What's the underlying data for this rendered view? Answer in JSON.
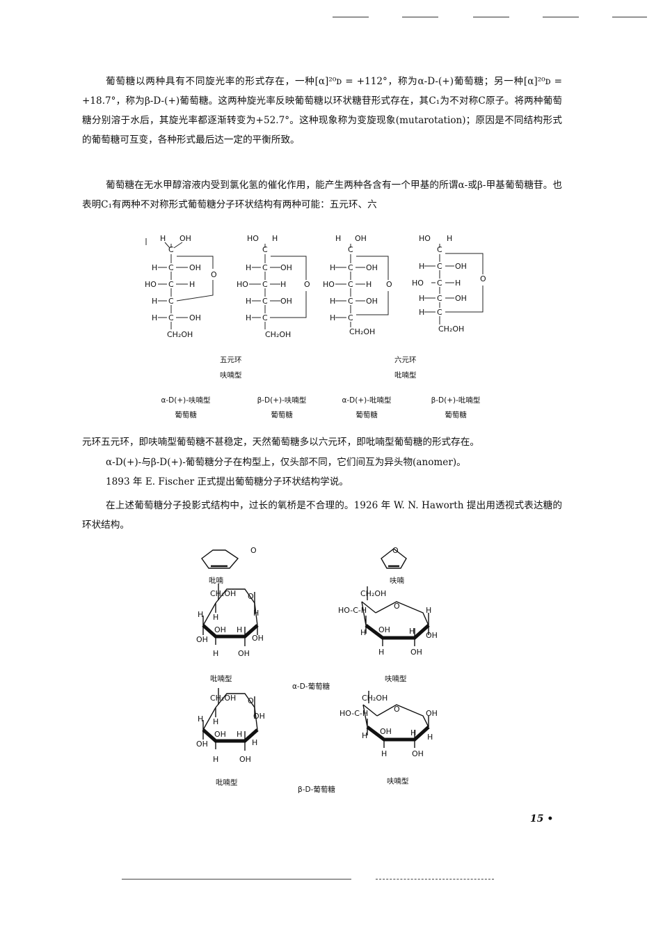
{
  "paragraphs": {
    "p1": "葡萄糖以两种具有不同旋光率的形式存在，一种[α]²⁰ᴅ = +112°，称为α-D-(+)葡萄糖；另一种[α]²⁰ᴅ = +18.7°，称为β-D-(+)葡萄糖。这两种旋光率反映葡萄糖以环状糖苷形式存在，其C₁为不对称C原子。将两种葡萄糖分别溶于水后，其旋光率都逐渐转变为+52.7°。这种现象称为变旋现象(mutarotation)；原因是不同结构形式的葡萄糖可互变，各种形式最后达一定的平衡所致。",
    "p2": "葡萄糖在无水甲醇溶液内受到氯化氢的催化作用，能产生两种各含有一个甲基的所谓α-或β-甲基葡萄糖苷。也表明C₁有两种不对称形式葡萄糖分子环状结构有两种可能：五元环、六",
    "p3": "元环五元环，即呋喃型葡萄糖不甚稳定，天然葡萄糖多以六元环，即吡喃型葡萄糖的形式存在。",
    "p4": "α-D(+)-与β-D(+)-葡萄糖分子在构型上，仅头部不同，它们间互为异头物(anomer)。",
    "p5": "1893 年 E. Fischer 正式提出葡萄糖分子环状结构学说。",
    "p6": "在上述葡萄糖分子投影式结构中，过长的氧桥是不合理的。1926 年 W. N. Haworth 提出用透视式表达糖的环状结构。"
  },
  "fischer": {
    "ring5": "五元环",
    "ring5_type": "呋喃型",
    "ring6": "六元环",
    "ring6_type": "吡喃型",
    "names": [
      {
        "line1": "α-D(+)-呋喃型",
        "line2": "葡萄糖"
      },
      {
        "line1": "β-D(+)-呋喃型",
        "line2": "葡萄糖"
      },
      {
        "line1": "α-D(+)-吡喃型",
        "line2": "葡萄糖"
      },
      {
        "line1": "β-D(+)-吡喃型",
        "line2": "葡萄糖"
      }
    ],
    "atoms": {
      "H": "H",
      "OH": "OH",
      "HO": "HO",
      "O": "O",
      "C": "C",
      "CH2OH": "CH₂OH",
      "bond": "—"
    }
  },
  "haworth": {
    "pyran": "吡喃",
    "furan": "呋喃",
    "pyran_type": "吡喃型",
    "furan_type": "呋喃型",
    "alpha": "α-D-葡萄糖",
    "beta": "β-D-葡萄糖",
    "ch2oh": "CH₂OH",
    "hoch": "HO-C-H"
  },
  "page_number": "15 •"
}
